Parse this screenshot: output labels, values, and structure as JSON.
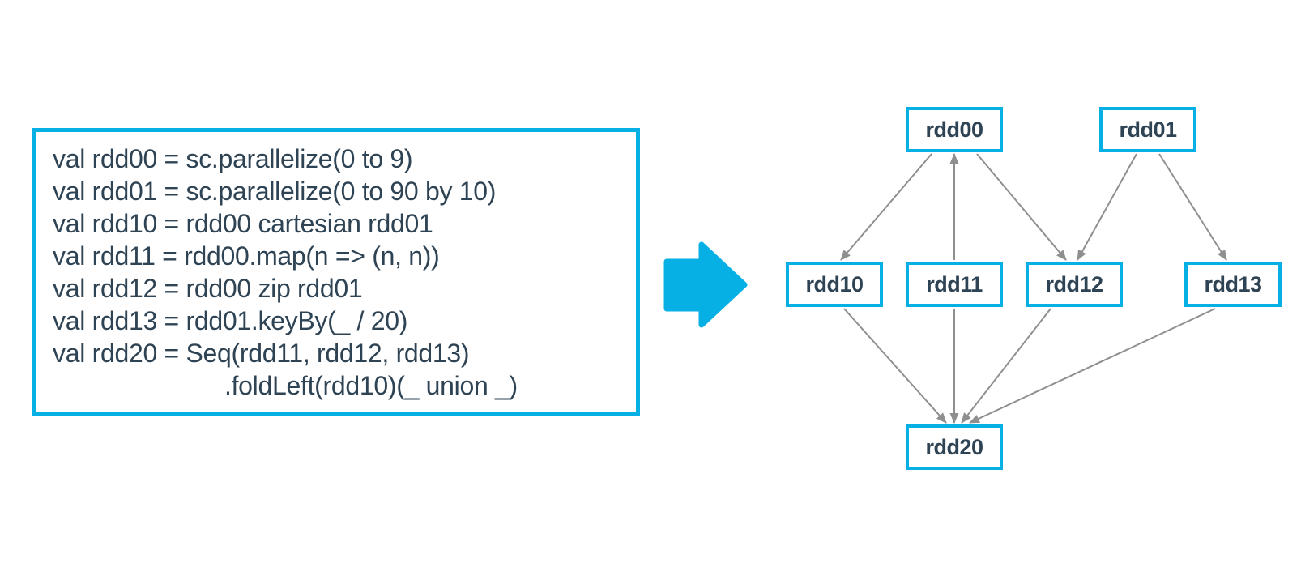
{
  "code_panel": {
    "lines": [
      "val rdd00 = sc.parallelize(0 to 9)",
      "val rdd01 = sc.parallelize(0 to 90 by 10)",
      "val rdd10 = rdd00 cartesian rdd01",
      "val rdd11 = rdd00.map(n => (n, n))",
      "val rdd12 = rdd00 zip rdd01",
      "val rdd13 = rdd01.keyBy(_ / 20)",
      "val rdd20 = Seq(rdd11, rdd12, rdd13)",
      ".foldLeft(rdd10)(_ union _)"
    ]
  },
  "arrow": {
    "name": "flow-arrow",
    "direction": "right"
  },
  "dag": {
    "nodes": [
      {
        "id": "rdd00",
        "label": "rdd00"
      },
      {
        "id": "rdd01",
        "label": "rdd01"
      },
      {
        "id": "rdd10",
        "label": "rdd10"
      },
      {
        "id": "rdd11",
        "label": "rdd11"
      },
      {
        "id": "rdd12",
        "label": "rdd12"
      },
      {
        "id": "rdd13",
        "label": "rdd13"
      },
      {
        "id": "rdd20",
        "label": "rdd20"
      }
    ],
    "edges": [
      {
        "from": "rdd00",
        "to": "rdd10"
      },
      {
        "from": "rdd11",
        "to": "rdd00"
      },
      {
        "from": "rdd00",
        "to": "rdd12"
      },
      {
        "from": "rdd01",
        "to": "rdd12"
      },
      {
        "from": "rdd01",
        "to": "rdd13"
      },
      {
        "from": "rdd10",
        "to": "rdd20"
      },
      {
        "from": "rdd11",
        "to": "rdd20"
      },
      {
        "from": "rdd12",
        "to": "rdd20"
      },
      {
        "from": "rdd13",
        "to": "rdd20"
      }
    ]
  },
  "colors": {
    "accent_cyan": "#06b0e4",
    "text_dark": "#2e4354",
    "edge_gray": "#8f8f8f",
    "background": "#ffffff"
  }
}
